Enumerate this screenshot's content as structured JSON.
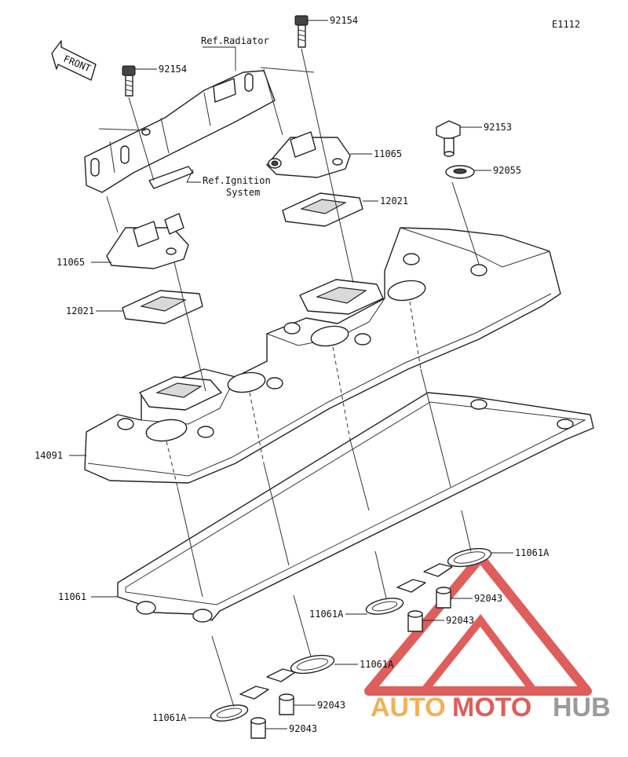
{
  "diagram_code": "E1112",
  "front_label": "FRONT",
  "colors": {
    "line": "#222222",
    "logo_red": "#d8433f",
    "logo_orange": "#f2a33a",
    "logo_gray": "#8a8a8a"
  },
  "watermark": {
    "part1": "AUTO",
    "part2": "MOTO",
    "part3": "HUB"
  },
  "callouts": [
    {
      "id": "bolt-top-right",
      "text": "92154"
    },
    {
      "id": "bolt-top-left",
      "text": "92154"
    },
    {
      "id": "ref-radiator",
      "text": "Ref.Radiator"
    },
    {
      "id": "bolt-flange",
      "text": "92153"
    },
    {
      "id": "cover-right",
      "text": "11065"
    },
    {
      "id": "washer",
      "text": "92055"
    },
    {
      "id": "ref-ignition-1",
      "text": "Ref.Ignition"
    },
    {
      "id": "ref-ignition-2",
      "text": "System"
    },
    {
      "id": "plate-right",
      "text": "12021"
    },
    {
      "id": "cover-left",
      "text": "11065"
    },
    {
      "id": "plate-left",
      "text": "12021"
    },
    {
      "id": "head-cover",
      "text": "14091"
    },
    {
      "id": "gasket-right-top",
      "text": "11061A"
    },
    {
      "id": "dowel-right-1",
      "text": "92043"
    },
    {
      "id": "gasket",
      "text": "11061"
    },
    {
      "id": "gasket-right-mid",
      "text": "11061A"
    },
    {
      "id": "dowel-right-2",
      "text": "92043"
    },
    {
      "id": "gasket-left-top",
      "text": "11061A"
    },
    {
      "id": "dowel-left-1",
      "text": "92043"
    },
    {
      "id": "gasket-left-bottom",
      "text": "11061A"
    },
    {
      "id": "dowel-left-2",
      "text": "92043"
    }
  ]
}
